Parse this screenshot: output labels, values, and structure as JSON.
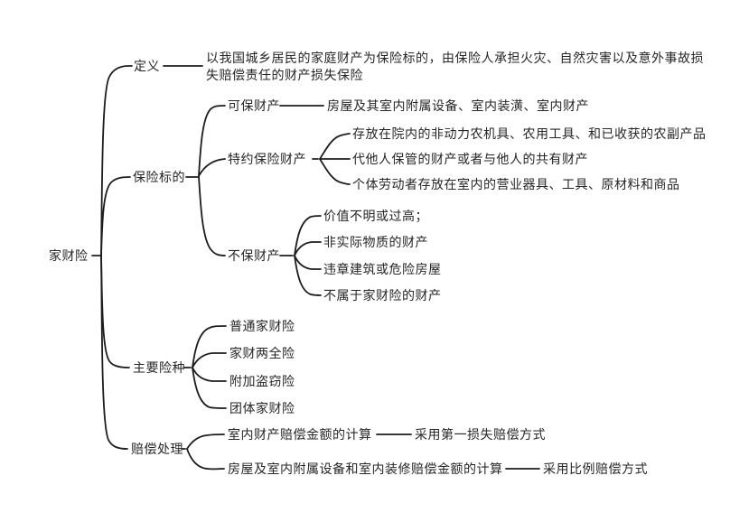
{
  "mindmap": {
    "root": "家财险",
    "definition": {
      "label": "定义",
      "text": "以我国城乡居民的家庭财产为保险标的，由保险人承担火灾、自然灾害以及意外事故损失赔偿责任的财产损失保险"
    },
    "subject": {
      "label": "保险标的",
      "insurable": {
        "label": "可保财产",
        "detail": "房屋及其室内附属设备、室内装潢、室内财产"
      },
      "special": {
        "label": "特约保险财产",
        "items": [
          "存放在院内的非动力农机具、农用工具、和已收获的农副产品",
          "代他人保管的财产或者与他人的共有财产",
          "个体劳动者存放在室内的营业器具、工具、原材料和商品"
        ]
      },
      "excluded": {
        "label": "不保财产",
        "items": [
          "价值不明或过高；",
          "非实际物质的财产",
          "违章建筑或危险房屋",
          "不属于家财险的财产"
        ]
      }
    },
    "types": {
      "label": "主要险种",
      "items": [
        "普通家财险",
        "家财两全险",
        "附加盗窃险",
        "团体家财险"
      ]
    },
    "claims": {
      "label": "赔偿处理",
      "items": [
        {
          "calc": "室内财产赔偿金额的计算",
          "method": "采用第一损失赔偿方式"
        },
        {
          "calc": "房屋及室内附属设备和室内装修赔偿金额的计算",
          "method": "采用比例赔偿方式"
        }
      ]
    }
  }
}
